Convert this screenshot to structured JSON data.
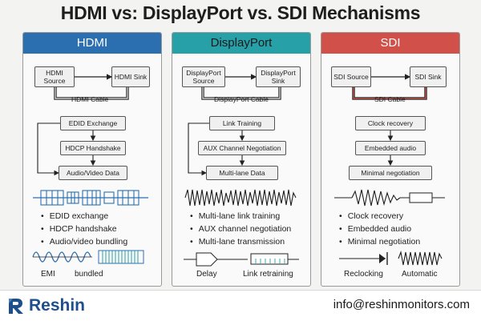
{
  "title": "HDMI vs: DisplayPort vs. SDI Mechanisms",
  "colors": {
    "hdmi": "#2c6fb1",
    "displayport": "#27a0a8",
    "sdi": "#d1504a",
    "text": "#1e1e1e",
    "brand": "#1f4e8c"
  },
  "panels": [
    {
      "id": "hdmi",
      "title": "HDMI",
      "source": "HDMI Source",
      "sink": "HDMI Sink",
      "cable": "HDMI Cable",
      "steps": [
        "EDID Exchange",
        "HDCP Handshake",
        "Audio/Video Data"
      ],
      "bullets": [
        "EDID exchange",
        "HDCP handshake",
        "Audio/video bundling"
      ],
      "bottom_left": "EMI",
      "bottom_right": "bundled"
    },
    {
      "id": "displayport",
      "title": "DisplayPort",
      "source": "DisplayPort Source",
      "sink": "DisplayPort Sink",
      "cable": "DisplayPort Cable",
      "steps": [
        "Link Training",
        "AUX Channel Negotiation",
        "Multi-lane Data"
      ],
      "bullets": [
        "Multi-lane link training",
        "AUX channel negotiation",
        "Multi-lane transmission"
      ],
      "bottom_left": "Delay",
      "bottom_right": "Link retraining"
    },
    {
      "id": "sdi",
      "title": "SDI",
      "source": "SDI Source",
      "sink": "SDI Sink",
      "cable": "SDI Cable",
      "steps": [
        "Clock recovery",
        "Embedded audio",
        "Minimal negotiation"
      ],
      "bullets": [
        "Clock recovery",
        "Embedded audio",
        "Minimal negotiation"
      ],
      "bottom_left": "Reclocking",
      "bottom_right": "Automatic"
    }
  ],
  "footer": {
    "brand": "Reshin",
    "logo_icon": "reshin-r-logo-icon",
    "email": "info@reshinmonitors.com"
  }
}
